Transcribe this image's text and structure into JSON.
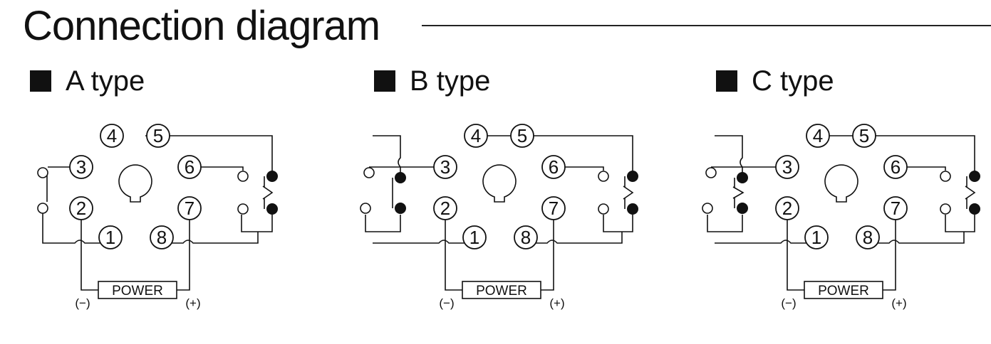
{
  "title": "Connection diagram",
  "types": [
    {
      "label": "A type",
      "left_contacts": "switch",
      "right_contacts": "switch"
    },
    {
      "label": "B type",
      "left_contacts": "switch",
      "right_contacts": "switch"
    },
    {
      "label": "C type",
      "left_contacts": "switch",
      "right_contacts": "switch"
    }
  ],
  "pins": [
    "1",
    "2",
    "3",
    "4",
    "5",
    "6",
    "7",
    "8"
  ],
  "power": {
    "label": "POWER",
    "minus": "(−)",
    "plus": "(+)"
  },
  "colors": {
    "ink": "#111111",
    "background": "#ffffff"
  }
}
